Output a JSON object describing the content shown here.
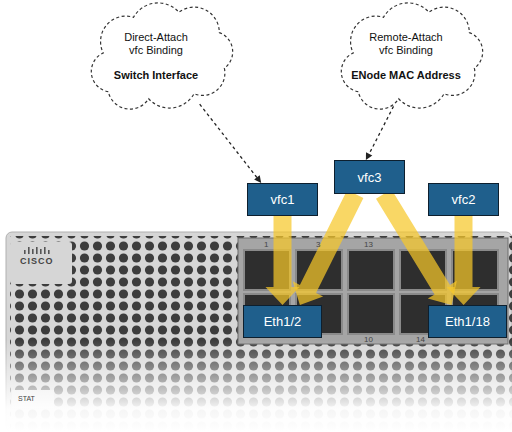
{
  "diagram": {
    "nodes": [
      {
        "text": [
          "Direct-Attach vfc Binding",
          "Switch Interface"
        ]
      },
      {
        "text": [
          "Remote-Attach vfc Binding",
          "ENode MAC Address"
        ]
      },
      {
        "text": [
          "vfc1"
        ]
      },
      {
        "text": [
          "vfc3"
        ]
      },
      {
        "text": [
          "vfc2"
        ]
      },
      {
        "text": [
          "Eth1/2"
        ]
      },
      {
        "text": [
          "Eth1/18"
        ]
      }
    ],
    "edges": [
      {
        "from": 0,
        "to": 2,
        "arrow": "to"
      },
      {
        "from": 1,
        "to": 3,
        "arrow": "to"
      },
      {
        "from": 2,
        "to": 5,
        "arrow": "to"
      },
      {
        "from": 3,
        "to": 5,
        "arrow": "to"
      },
      {
        "from": 3,
        "to": 6,
        "arrow": "to"
      },
      {
        "from": 4,
        "to": 6,
        "arrow": "to"
      }
    ],
    "labels": [
      "CISCO",
      "STAT",
      "1",
      "3",
      "13",
      "10",
      "14"
    ]
  }
}
